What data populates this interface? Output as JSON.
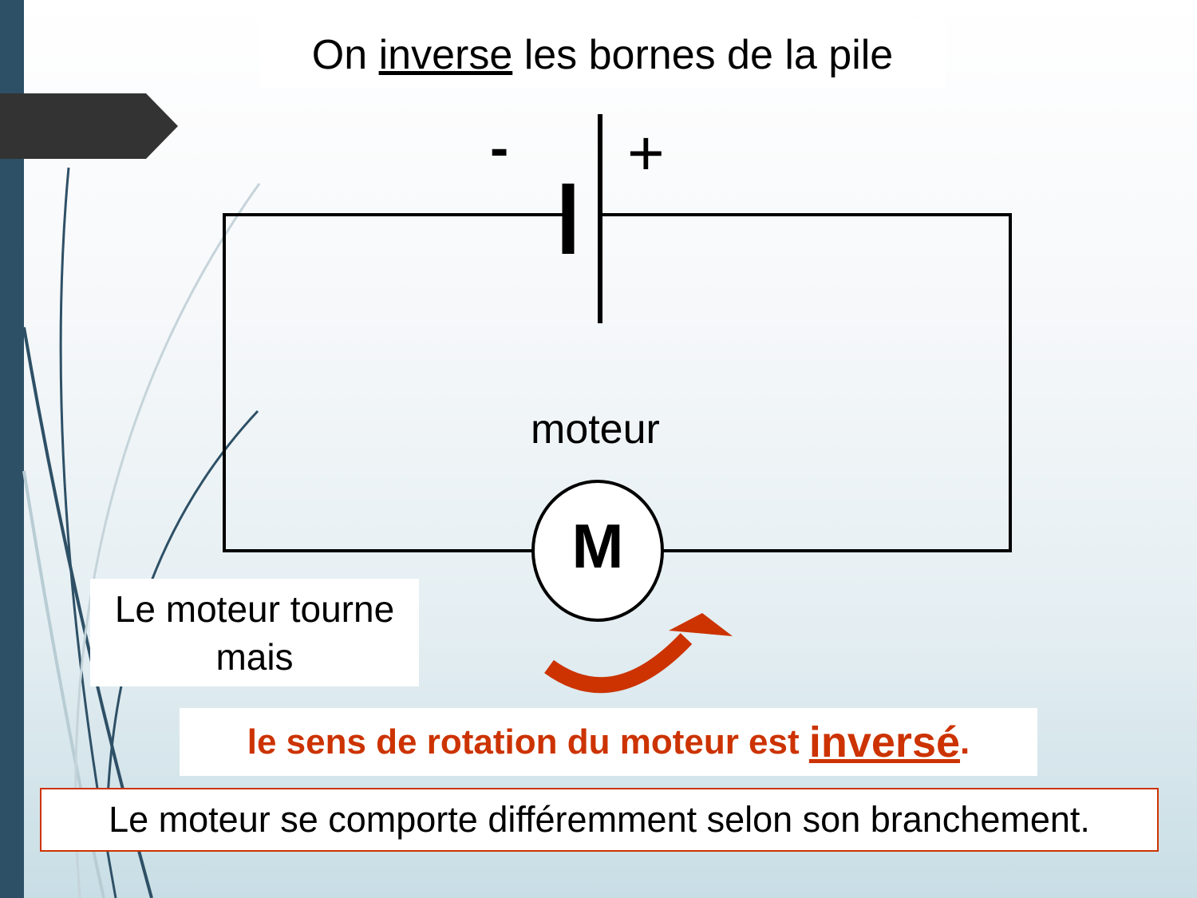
{
  "slide": {
    "title_prefix": "On ",
    "title_underlined": "inverse",
    "title_suffix": " les bornes de la pile",
    "battery": {
      "minus_label": "-",
      "plus_label": "+"
    },
    "motor_label": "moteur",
    "motor_symbol": "M",
    "left_note_line1": "Le moteur tourne",
    "left_note_line2": "mais",
    "rotation_text_prefix": "le sens de rotation du moteur est ",
    "rotation_text_emph": "inversé",
    "rotation_text_suffix": ".",
    "conclusion": "Le moteur se comporte différemment selon son branchement.",
    "colors": {
      "accent": "#cc3300",
      "sidebar": "#2e5066",
      "banner": "#333333"
    },
    "icons": {
      "rotation_arrow": "curved-arrow-icon"
    }
  }
}
